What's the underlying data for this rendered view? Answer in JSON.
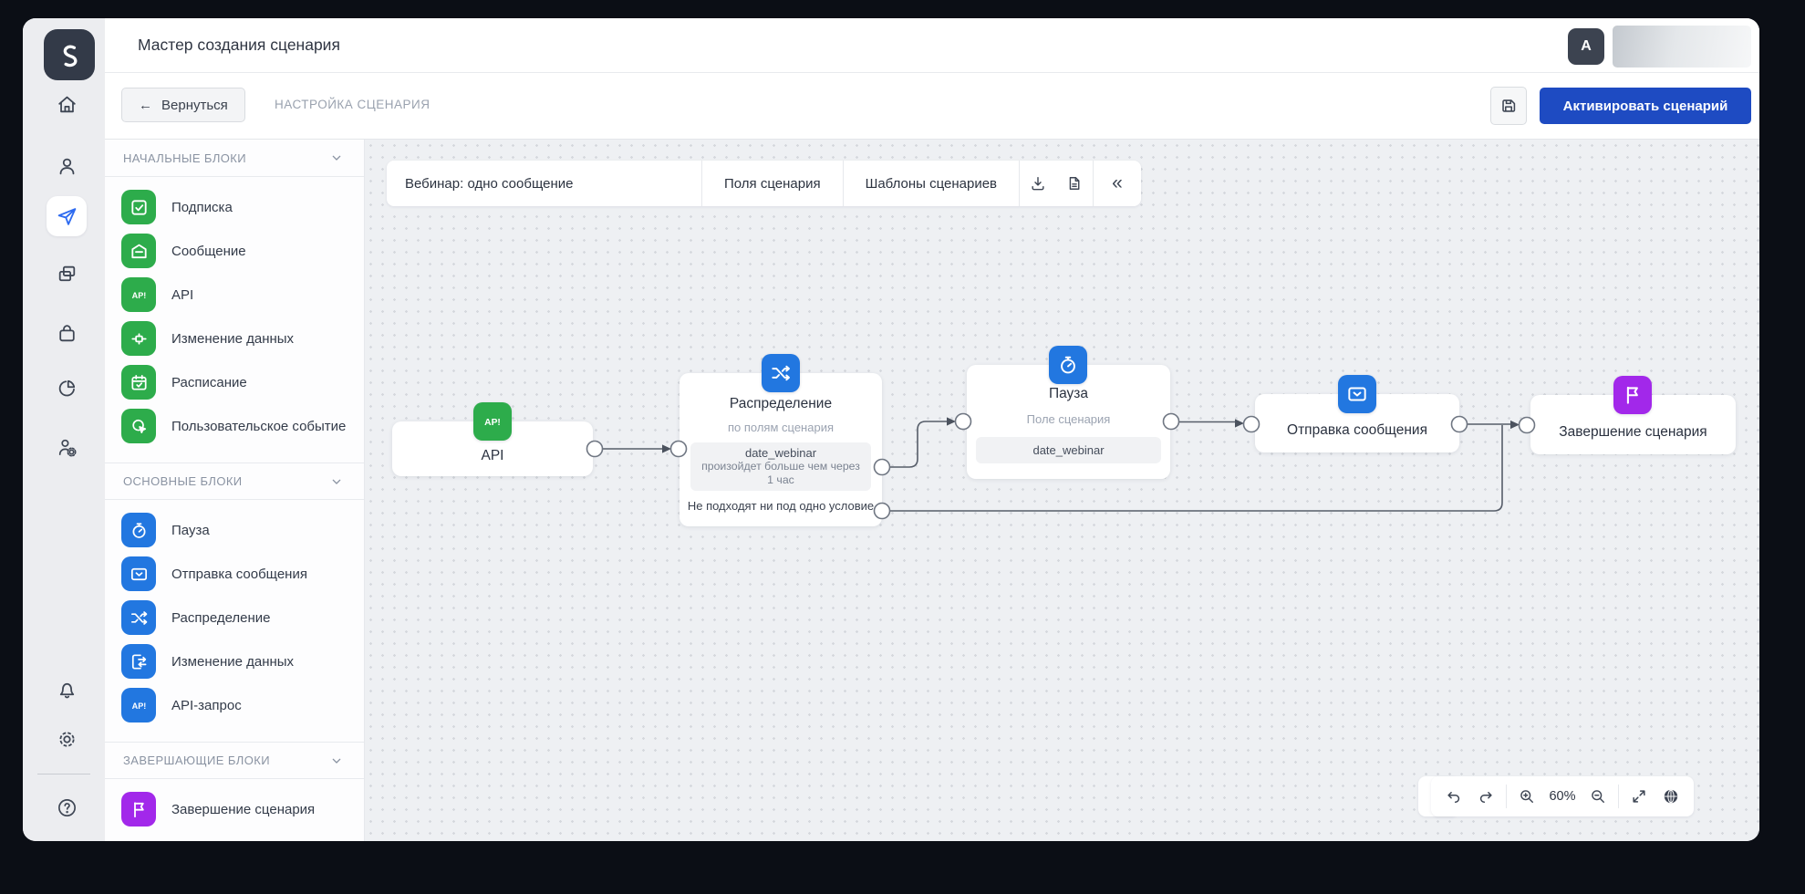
{
  "colors": {
    "green": "#2dac4b",
    "blue": "#2277e0",
    "purple": "#a228ea",
    "primary": "#1e4bc2",
    "active_rail": "#2e6bf0"
  },
  "header": {
    "title": "Мастер создания сценария",
    "avatar_letter": "A"
  },
  "subheader": {
    "back_arrow": "←",
    "back_label": "Вернуться",
    "crumb": "НАСТРОЙКА СЦЕНАРИЯ",
    "activate_label": "Активировать сценарий"
  },
  "rail": {
    "items": [
      "home-icon",
      "contacts-icon",
      "campaigns-icon",
      "pages-icon",
      "shop-icon",
      "stats-icon",
      "audience-icon",
      "notifications-icon",
      "settings-icon",
      "help-icon"
    ],
    "active_item": "campaigns-icon"
  },
  "palette": {
    "sections": [
      {
        "title": "НАЧАЛЬНЫЕ БЛОКИ",
        "accent": "#2dac4b",
        "items": [
          {
            "label": "Подписка",
            "icon": "subscribe-check-icon"
          },
          {
            "label": "Сообщение",
            "icon": "incoming-message-icon"
          },
          {
            "label": "API",
            "icon": "api-icon"
          },
          {
            "label": "Изменение данных",
            "icon": "data-change-icon"
          },
          {
            "label": "Расписание",
            "icon": "schedule-calendar-icon"
          },
          {
            "label": "Пользовательское событие",
            "icon": "user-event-icon"
          }
        ]
      },
      {
        "title": "ОСНОВНЫЕ БЛОКИ",
        "accent": "#2277e0",
        "items": [
          {
            "label": "Пауза",
            "icon": "pause-timer-icon"
          },
          {
            "label": "Отправка сообщения",
            "icon": "send-message-icon"
          },
          {
            "label": "Распределение",
            "icon": "split-shuffle-icon"
          },
          {
            "label": "Изменение данных",
            "icon": "data-update-icon"
          },
          {
            "label": "API-запрос",
            "icon": "api-icon"
          }
        ]
      },
      {
        "title": "ЗАВЕРШАЮЩИЕ БЛОКИ",
        "accent": "#a228ea",
        "items": [
          {
            "label": "Завершение сценария",
            "icon": "finish-flag-icon"
          }
        ]
      }
    ]
  },
  "canvas": {
    "toolbar": {
      "scenario_name": "Вебинар: одно сообщение",
      "fields_label": "Поля сценария",
      "templates_label": "Шаблоны сценариев",
      "icons": [
        "download-icon",
        "document-icon",
        "collapse-left-icon"
      ],
      "collapse_glyph": "«"
    },
    "controls": {
      "zoom_level": "60%"
    },
    "nodes": {
      "api": {
        "title": "API"
      },
      "distribution": {
        "title": "Распределение",
        "subtitle": "по полям сценария",
        "condition_field": "date_webinar",
        "condition_text": "произойдет больше чем через",
        "condition_value": "1 час",
        "fallback": "Не подходят ни под одно условие"
      },
      "pause": {
        "title": "Пауза",
        "subtitle": "Поле сценария",
        "field": "date_webinar"
      },
      "send": {
        "title": "Отправка сообщения"
      },
      "finish": {
        "title": "Завершение сценария"
      }
    }
  }
}
